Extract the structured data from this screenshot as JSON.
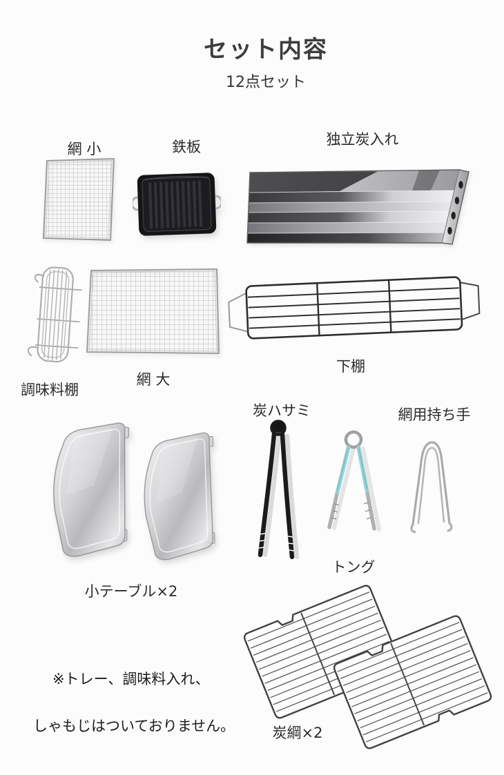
{
  "header": {
    "title": "セット内容",
    "subtitle": "12点セット"
  },
  "items": [
    {
      "label": "網 小"
    },
    {
      "label": "鉄板"
    },
    {
      "label": "独立炭入れ"
    },
    {
      "label": "調味料棚"
    },
    {
      "label": "網 大"
    },
    {
      "label": "下棚"
    },
    {
      "label": "炭ハサミ"
    },
    {
      "label": "網用持ち手"
    },
    {
      "label": "トング"
    },
    {
      "label": "小テーブル×2"
    },
    {
      "label": "炭綱×2"
    }
  ],
  "note": {
    "line1": "※トレー、調味料入れ、",
    "line2": "しゃもじはついておりません。"
  },
  "colors": {
    "background": "#fcfcfc",
    "text": "#2e2e2e",
    "iron_black": "#17171a",
    "metal_silver": "#c9c9cb",
    "wire_dark": "#2d2d2f",
    "tong_teal": "#8bd8dc"
  }
}
